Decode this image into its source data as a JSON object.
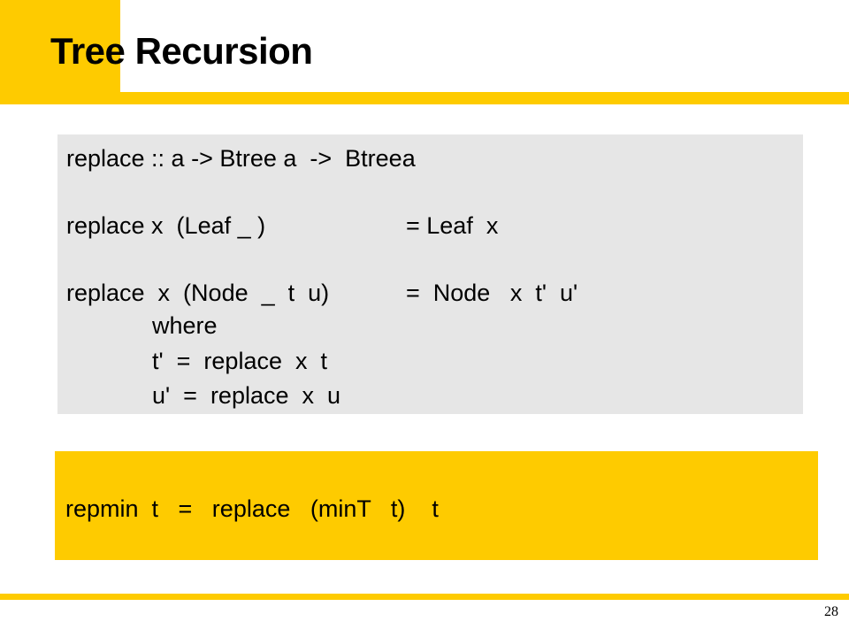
{
  "slide": {
    "title": "Tree Recursion",
    "page_number": "28"
  },
  "code_box": {
    "lines": [
      "replace :: a -> Btree a  ->  Btreea",
      "replace x  (Leaf _ )",
      "= Leaf  x",
      "replace  x  (Node  _  t  u)",
      "=  Node   x  t'  u'",
      "where",
      "t'  =  replace  x  t",
      "u'  =  replace  x  u"
    ]
  },
  "repmin_box": {
    "line": "repmin  t   =   replace   (minT   t)    t"
  },
  "colors": {
    "accent": "#FECB00",
    "code_background": "#E6E6E6"
  }
}
